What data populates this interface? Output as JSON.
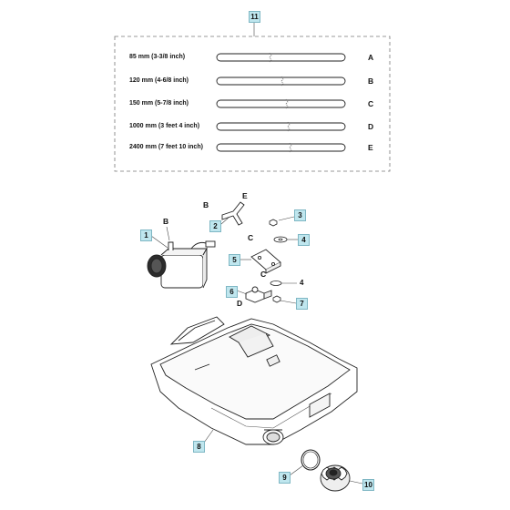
{
  "kit_callout": "11",
  "tubes": [
    {
      "length": "85 mm (3-3/8 inch)",
      "letter": "A"
    },
    {
      "length": "120 mm (4-6/8 inch)",
      "letter": "B"
    },
    {
      "length": "150 mm (5-7/8 inch)",
      "letter": "C"
    },
    {
      "length": "1000 mm (3 feet 4 inch)",
      "letter": "D"
    },
    {
      "length": "2400 mm (7 feet 10 inch)",
      "letter": "E"
    }
  ],
  "callouts": {
    "pump": "1",
    "y_connector": "2",
    "screw": "3",
    "washer": "4",
    "bracket": "5",
    "valve": "6",
    "nut": "7",
    "tank": "8",
    "seal_ring": "9",
    "cap": "10"
  },
  "plain_labels": {
    "washer_number": "4"
  },
  "port_letters": {
    "pump_port": "B",
    "y_left": "B",
    "y_top": "E",
    "y_bottom": "C",
    "valve_top": "C",
    "valve_bottom": "D"
  },
  "colors": {
    "callout_fill": "#bfe6ee",
    "line": "#222222"
  }
}
